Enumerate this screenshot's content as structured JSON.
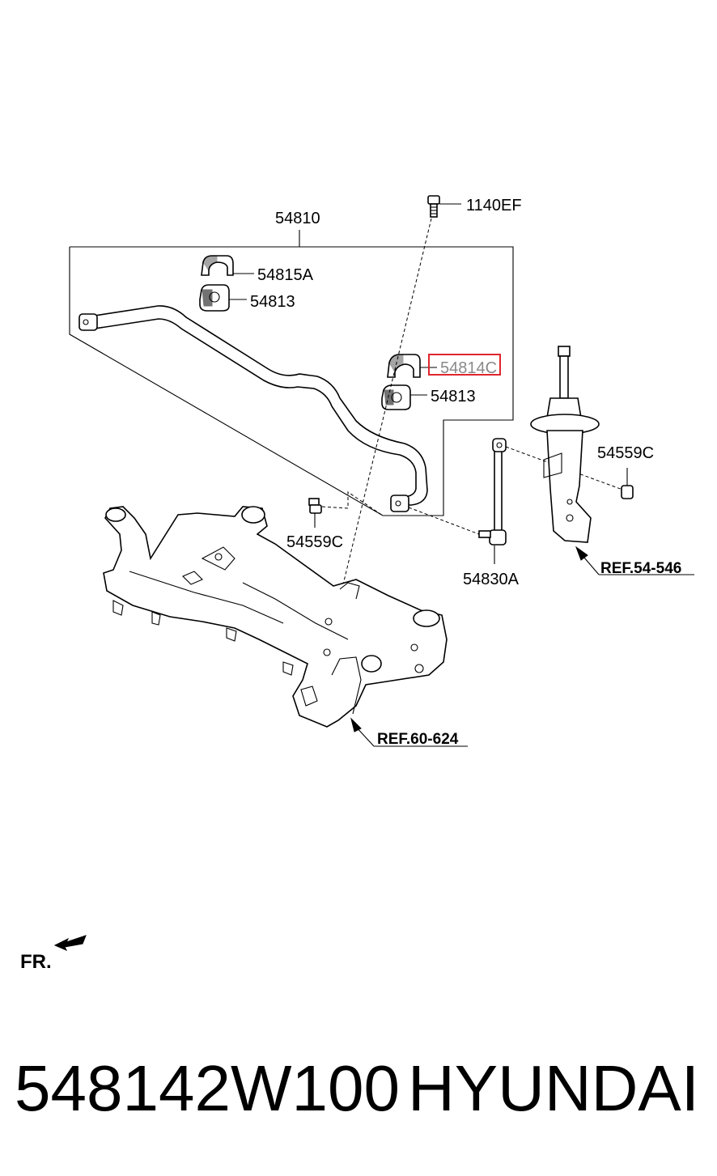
{
  "callouts": {
    "stabilizer_bar": "54810",
    "bushing_a": "54815A",
    "bushing_upper": "54813",
    "bolt": "1140EF",
    "bushing_highlighted": "54814C",
    "bushing_lower": "54813",
    "nut_right": "54559C",
    "nut_left": "54559C",
    "link": "54830A",
    "ref_strut": "REF.54-546",
    "ref_crossmember": "REF.60-624"
  },
  "front_indicator": "FR.",
  "part_number": "548142W100",
  "brand": "HYUNDAI",
  "colors": {
    "highlight_box": "#e0262d",
    "highlight_text": "#8a8a8a"
  }
}
